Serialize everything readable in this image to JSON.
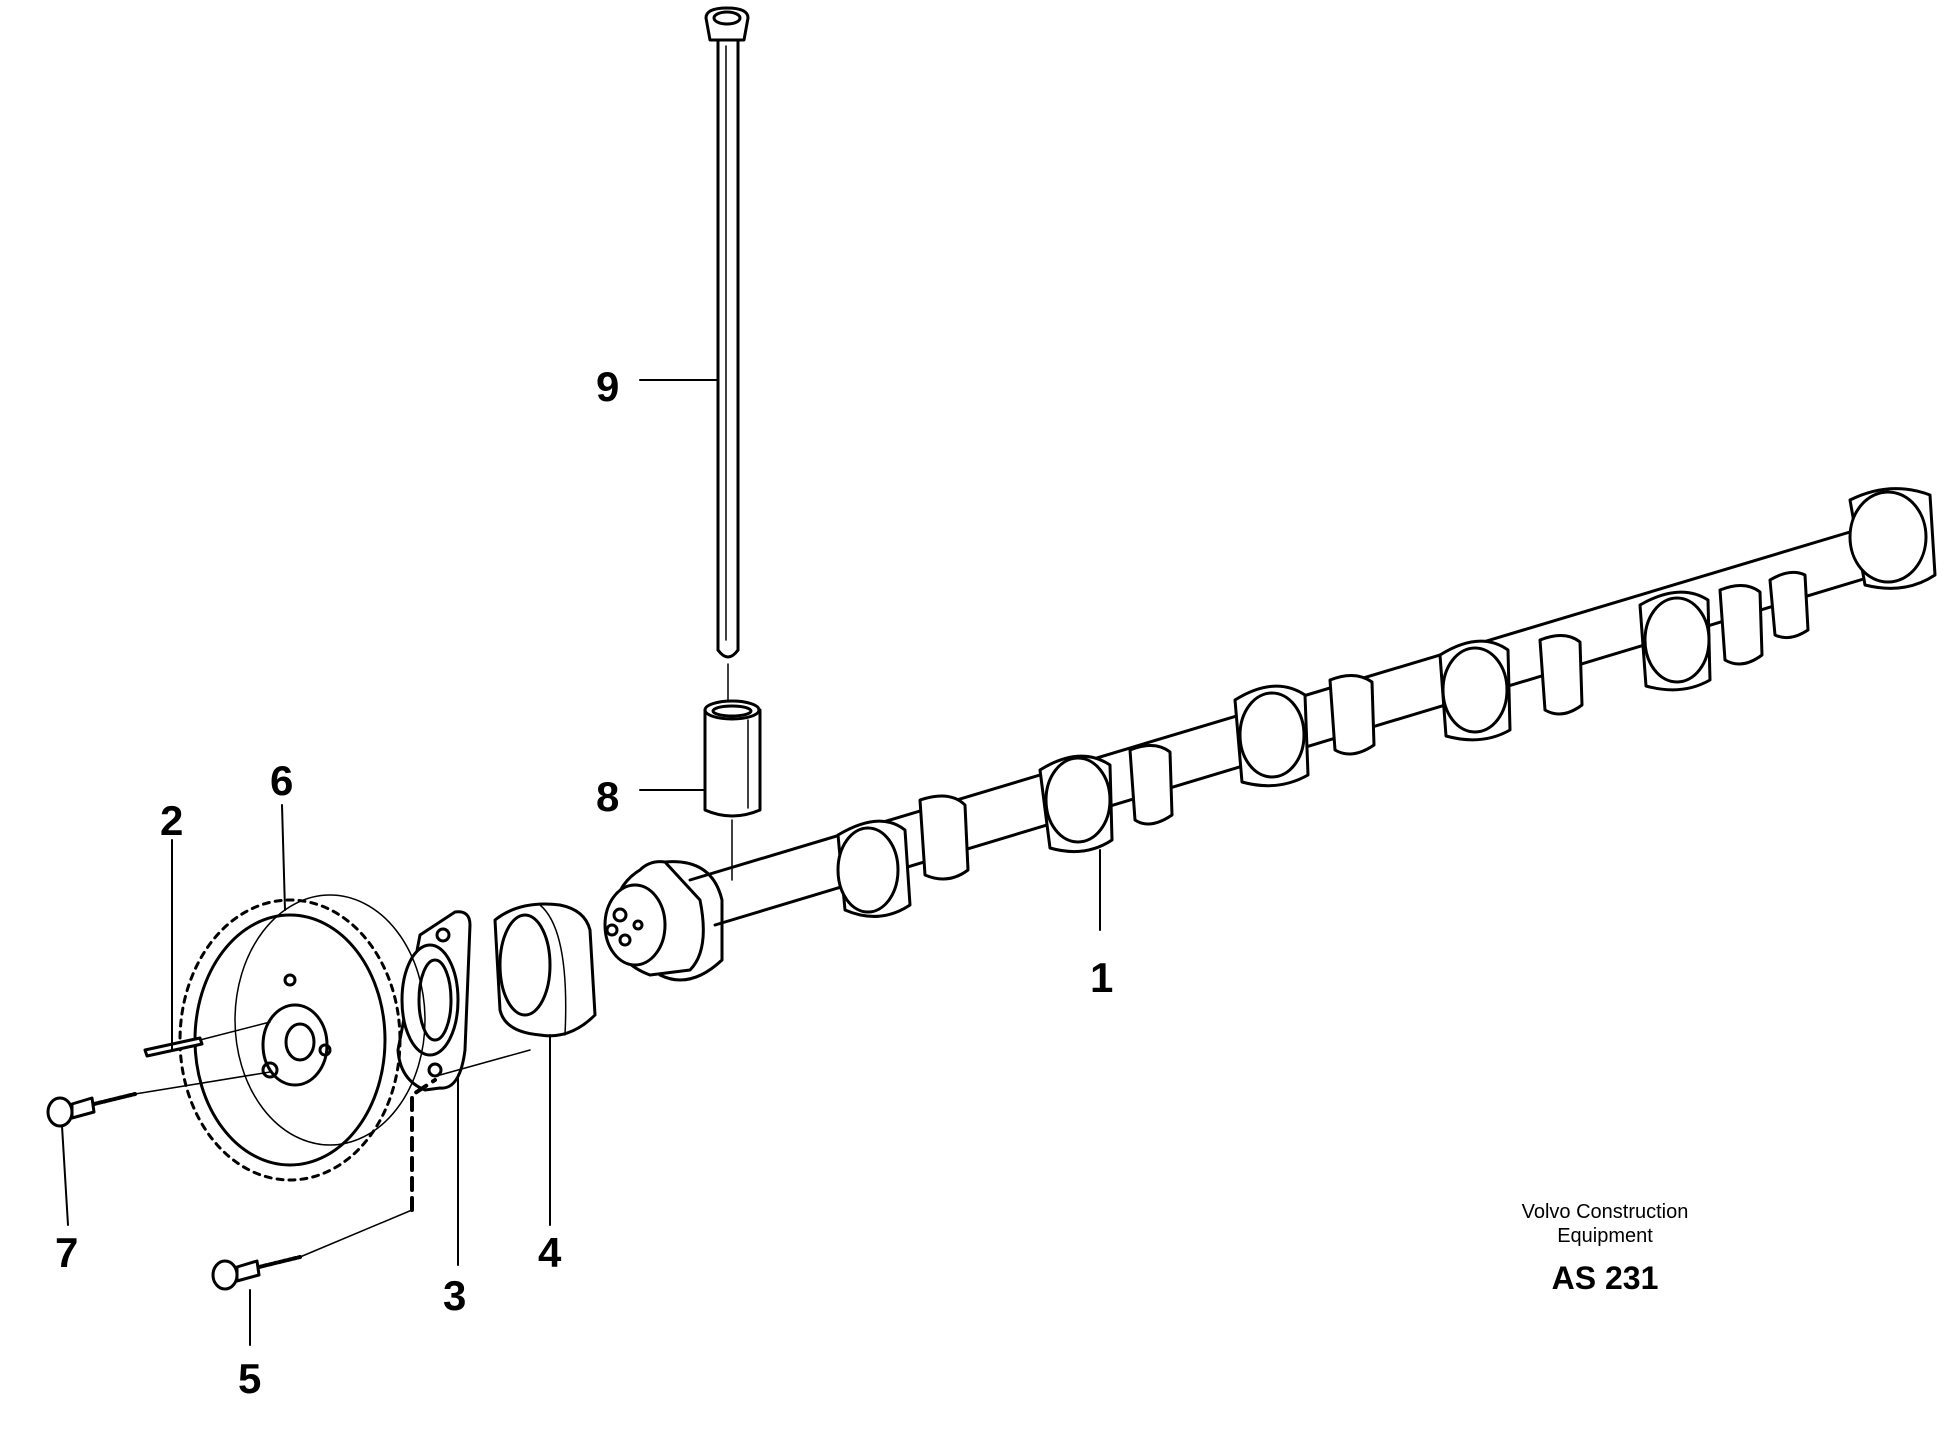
{
  "callouts": {
    "n1": "1",
    "n2": "2",
    "n3": "3",
    "n4": "4",
    "n5": "5",
    "n6": "6",
    "n7": "7",
    "n8": "8",
    "n9": "9"
  },
  "footer": {
    "line1": "Volvo Construction",
    "line2": "Equipment",
    "code": "AS 231"
  }
}
